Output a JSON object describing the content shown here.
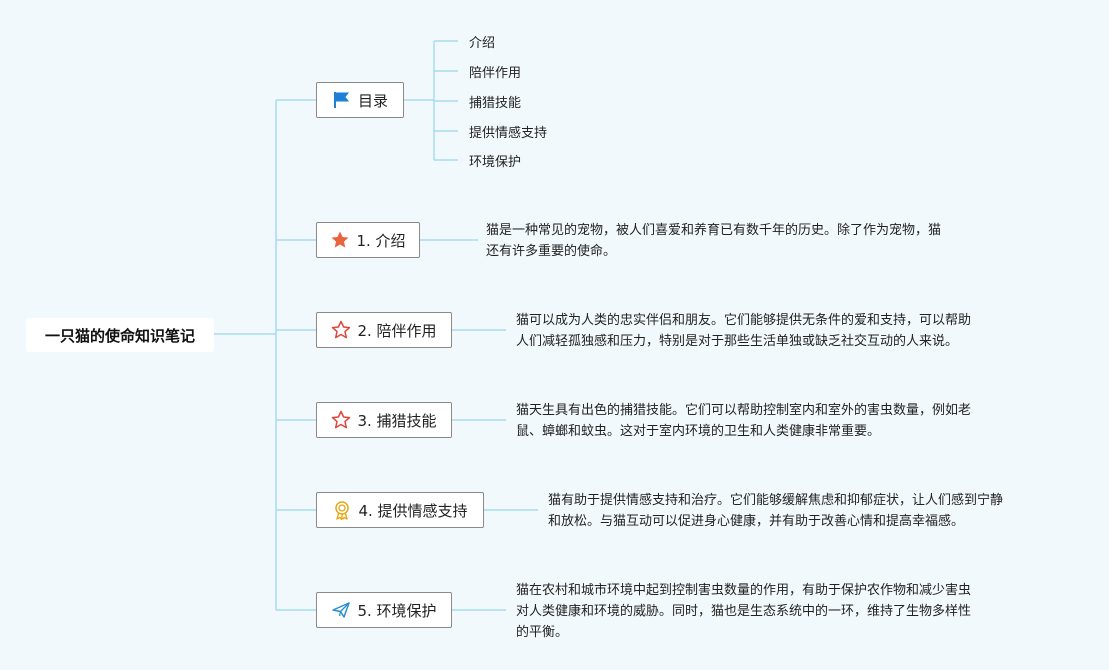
{
  "root": {
    "title": "一只猫的使命知识笔记"
  },
  "toc": {
    "label": "目录",
    "icon": "flag-icon",
    "items": [
      "介绍",
      "陪伴作用",
      "捕猎技能",
      "提供情感支持",
      "环境保护"
    ]
  },
  "sections": [
    {
      "label": "1. 介绍",
      "icon": "star-filled-icon",
      "desc_lines": [
        "猫是一种常见的宠物，被人们喜爱和养育已有数千年的历史。除了作为宠物，猫",
        "还有许多重要的使命。"
      ]
    },
    {
      "label": "2. 陪伴作用",
      "icon": "star-outline-icon",
      "desc_lines": [
        "猫可以成为人类的忠实伴侣和朋友。它们能够提供无条件的爱和支持，可以帮助",
        "人们减轻孤独感和压力，特别是对于那些生活单独或缺乏社交互动的人来说。"
      ]
    },
    {
      "label": "3. 捕猎技能",
      "icon": "star-outline-icon",
      "desc_lines": [
        "猫天生具有出色的捕猎技能。它们可以帮助控制室内和室外的害虫数量，例如老",
        "鼠、蟑螂和蚊虫。这对于室内环境的卫生和人类健康非常重要。"
      ]
    },
    {
      "label": "4. 提供情感支持",
      "icon": "award-icon",
      "desc_lines": [
        "猫有助于提供情感支持和治疗。它们能够缓解焦虑和抑郁症状，让人们感到宁静",
        "和放松。与猫互动可以促进身心健康，并有助于改善心情和提高幸福感。"
      ]
    },
    {
      "label": "5. 环境保护",
      "icon": "paper-plane-icon",
      "desc_lines": [
        "猫在农村和城市环境中起到控制害虫数量的作用，有助于保护农作物和减少害虫",
        "对人类健康和环境的威胁。同时，猫也是生态系统中的一环，维持了生物多样性",
        "的平衡。"
      ]
    }
  ],
  "colors": {
    "connector": "#a8dcef",
    "background": "#f2f9fc"
  }
}
